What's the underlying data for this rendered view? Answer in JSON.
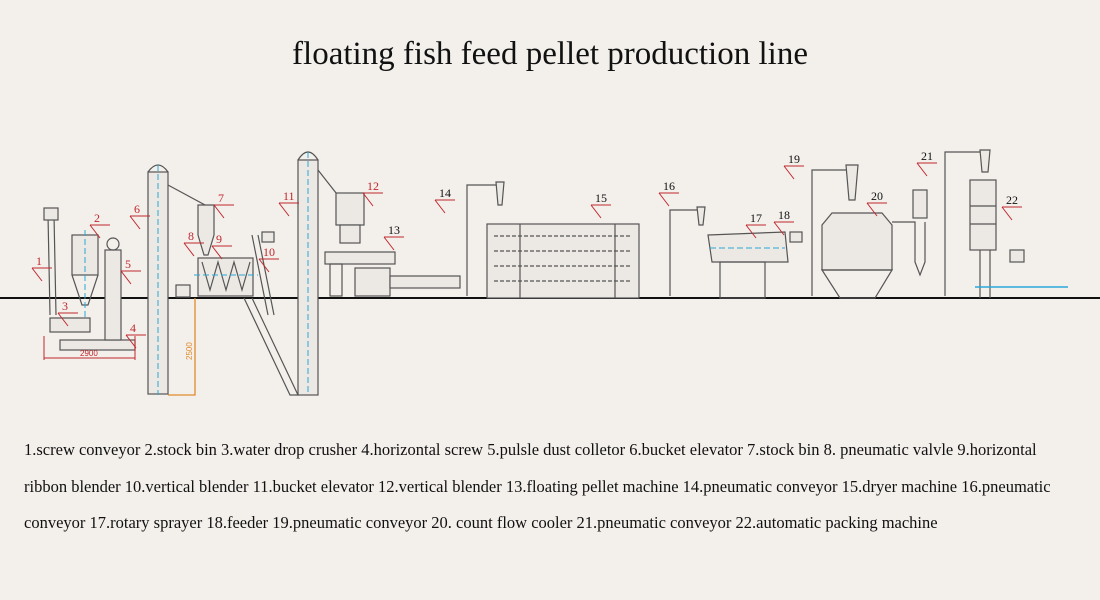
{
  "title": "floating fish feed pellet production line",
  "dimensions": {
    "horizontal": "2900",
    "vertical": "2500"
  },
  "labels": [
    {
      "n": "1",
      "color": "#c0272d"
    },
    {
      "n": "2",
      "color": "#c0272d"
    },
    {
      "n": "3",
      "color": "#c0272d"
    },
    {
      "n": "4",
      "color": "#c0272d"
    },
    {
      "n": "5",
      "color": "#c0272d"
    },
    {
      "n": "6",
      "color": "#c0272d"
    },
    {
      "n": "7",
      "color": "#c0272d"
    },
    {
      "n": "8",
      "color": "#c0272d"
    },
    {
      "n": "9",
      "color": "#c0272d"
    },
    {
      "n": "10",
      "color": "#c0272d"
    },
    {
      "n": "11",
      "color": "#c0272d"
    },
    {
      "n": "12",
      "color": "#c0272d"
    },
    {
      "n": "13",
      "color": "#111111"
    },
    {
      "n": "14",
      "color": "#111111"
    },
    {
      "n": "15",
      "color": "#111111"
    },
    {
      "n": "16",
      "color": "#111111"
    },
    {
      "n": "17",
      "color": "#111111"
    },
    {
      "n": "18",
      "color": "#111111"
    },
    {
      "n": "19",
      "color": "#111111"
    },
    {
      "n": "20",
      "color": "#111111"
    },
    {
      "n": "21",
      "color": "#111111"
    },
    {
      "n": "22",
      "color": "#111111"
    }
  ],
  "legend": [
    "1.screw conveyor  2.stock bin  3.water drop crusher 4.horizontal screw 5.pulsle dust colletor 6.bucket elevator 7.stock bin 8. pneumatic valvle 9.horizontal",
    "ribbon blender 10.vertical blender 11.bucket elevator 12.vertical blender 13.floating pellet machine 14.pneumatic conveyor 15.dryer machine 16.pneumatic",
    "conveyor 17.rotary sprayer 18.feeder 19.pneumatic conveyor 20. count flow cooler 21.pneumatic conveyor 22.automatic packing machine"
  ],
  "colors": {
    "background": "#f3f0ec",
    "label_red": "#c0272d",
    "centerline": "#2aa7d9",
    "dimension": "#e08a2c"
  }
}
